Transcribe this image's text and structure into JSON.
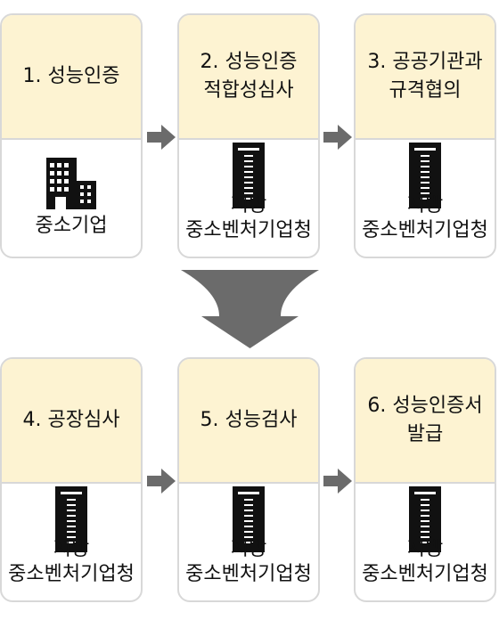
{
  "colors": {
    "header_bg": "#fdf3d2",
    "border": "#d8d8d8",
    "arrow": "#6b6b6b",
    "icon": "#111111"
  },
  "steps": [
    {
      "title": "1. 성능인증",
      "org": "중소기업",
      "icon": "company-building-icon"
    },
    {
      "title": "2. 성능인증\n적합성심사",
      "org": "지방\n중소벤처기업청",
      "icon": "government-tower-icon"
    },
    {
      "title": "3. 공공기관과\n규격협의",
      "org": "지방\n중소벤처기업청",
      "icon": "government-tower-icon"
    },
    {
      "title": "4. 공장심사",
      "org": "지방\n중소벤처기업청",
      "icon": "government-tower-icon"
    },
    {
      "title": "5. 성능검사",
      "org": "지방\n중소벤처기업청",
      "icon": "government-tower-icon"
    },
    {
      "title": "6. 성능인증서\n발급",
      "org": "지방\n중소벤처기업청",
      "icon": "government-tower-icon"
    }
  ]
}
